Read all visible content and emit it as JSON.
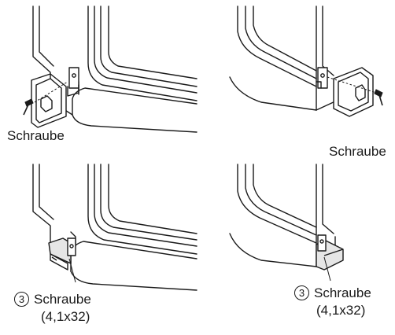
{
  "labels": {
    "top_left_screw": "Schraube",
    "top_right_screw": "Schraube",
    "bottom_left_number": "3",
    "bottom_left_screw": "Schraube",
    "bottom_left_size": "(4,1x32)",
    "bottom_right_number": "3",
    "bottom_right_screw": "Schraube",
    "bottom_right_size": "(4,1x32)"
  },
  "colors": {
    "line": "#1a1a1a",
    "fill": "#ffffff",
    "shade": "#e6e6e6"
  },
  "icons": [
    "screw-icon",
    "cover-plate-icon",
    "mounting-bracket-icon",
    "circled-number-icon"
  ]
}
